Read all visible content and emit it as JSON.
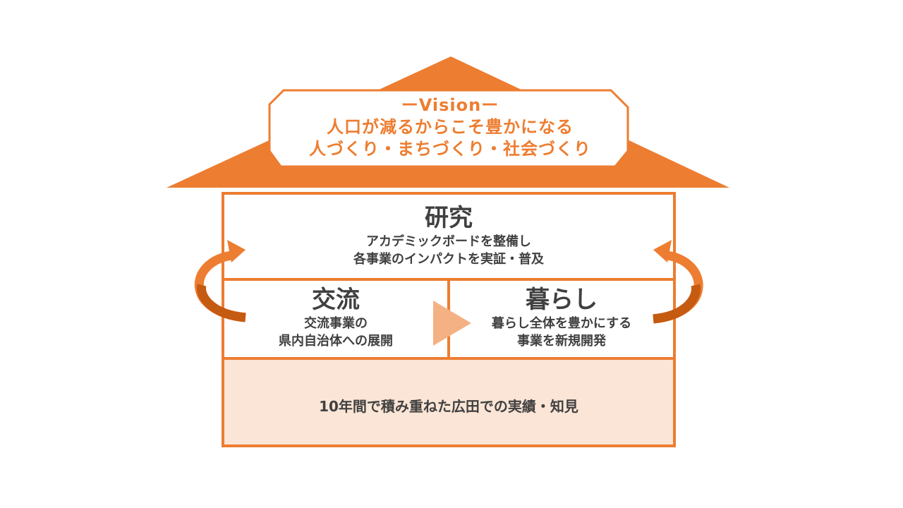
{
  "vision": {
    "heading": "ーVisionー",
    "line1": "人口が減るからこそ豊かになる",
    "line2": "人づくり・まちづくり・社会づくり"
  },
  "research": {
    "title": "研究",
    "line1": "アカデミックボードを整備し",
    "line2": "各事業のインパクトを実証・普及"
  },
  "exchange": {
    "title": "交流",
    "line1": "交流事業の",
    "line2": "県内自治体への展開"
  },
  "living": {
    "title": "暮らし",
    "line1": "暮らし全体を豊かにする",
    "line2": "事業を新規開発"
  },
  "foundation": {
    "text": "10年間で積み重ねた広田での実績・知見"
  },
  "colors": {
    "accent": "#ed7d31",
    "accent_dark": "#c55a11",
    "light_fill": "#fbe5d6",
    "arrow_light": "#f4b183",
    "text": "#404040"
  }
}
